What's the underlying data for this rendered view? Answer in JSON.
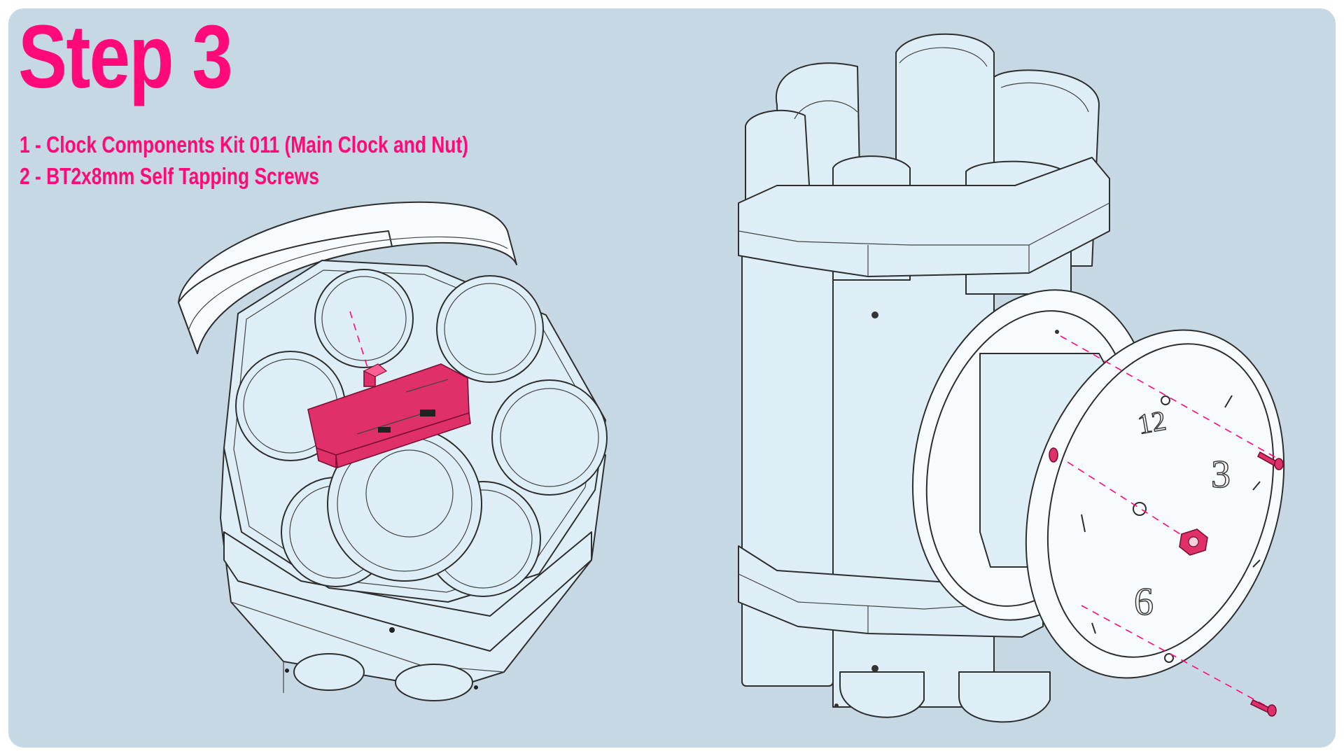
{
  "step": {
    "title": "Step 3"
  },
  "parts_list": [
    {
      "label": "1 - Clock Components Kit 011 (Main Clock and Nut)"
    },
    {
      "label": "2 - BT2x8mm Self Tapping Screws"
    }
  ],
  "clock_face": {
    "numerals": [
      "12",
      "3",
      "6"
    ]
  },
  "colors": {
    "background": "#c6d8e3",
    "accent": "#ff0a78",
    "part_fill": "#ddeef7",
    "line": "#2e2e2e",
    "highlight_part": "#e0306a"
  }
}
